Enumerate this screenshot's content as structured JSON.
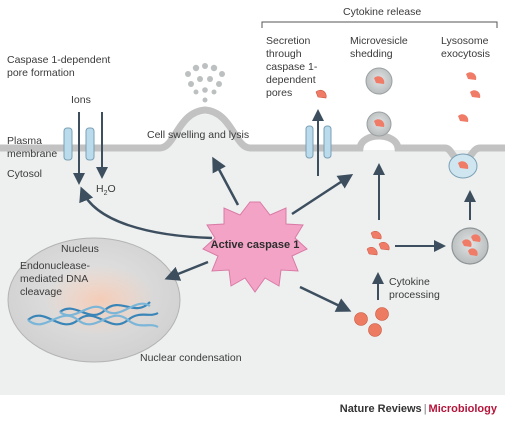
{
  "labels": {
    "cytokine_release": "Cytokine release",
    "pore_formation": [
      "Caspase 1-dependent",
      "pore formation"
    ],
    "ions": "Ions",
    "water": "H",
    "water_sub": "2",
    "water_tail": "O",
    "plasma_membrane": [
      "Plasma",
      "membrane"
    ],
    "cytosol": "Cytosol",
    "cell_swelling": "Cell swelling and lysis",
    "secretion": [
      "Secretion",
      "through",
      "caspase 1-",
      "dependent",
      "pores"
    ],
    "microvesicle": [
      "Microvesicle",
      "shedding"
    ],
    "lysosome": [
      "Lysosome",
      "exocytosis"
    ],
    "active_caspase": "Active caspase 1",
    "nucleus": "Nucleus",
    "dna_cleavage": [
      "Endonuclease-",
      "mediated DNA",
      "cleavage"
    ],
    "nuclear_condensation": "Nuclear condensation",
    "cytokine_processing": [
      "Cytokine",
      "processing"
    ]
  },
  "credit": {
    "publisher": "Nature Reviews",
    "separator": "|",
    "journal": "Microbiology"
  },
  "colors": {
    "membrane": "#c7c7c7",
    "cytosol": "#e9ecec",
    "caspase_star": "#f3a4c6",
    "cytokine": "#f07b67",
    "pro_cytokine": "#ec7b62",
    "nucleus": "#d6d6d6",
    "arrow": "#3d4f5f",
    "pore": "#b9dbec"
  }
}
